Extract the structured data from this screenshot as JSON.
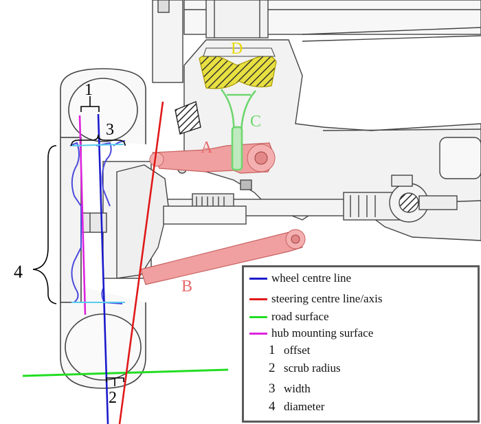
{
  "labels": {
    "arm_a": "A",
    "arm_b": "B",
    "part_c": "C",
    "part_d": "D",
    "dim_1": "1",
    "dim_2": "2",
    "dim_3": "3",
    "dim_4": "4"
  },
  "legend": {
    "lines": [
      {
        "label": "wheel centre line",
        "color": "#1a1acc"
      },
      {
        "label": "steering centre line/axis",
        "color": "#e01818"
      },
      {
        "label": "road surface",
        "color": "#22dd22"
      },
      {
        "label": "hub mounting surface",
        "color": "#dd22dd"
      }
    ],
    "numbers": [
      {
        "num": "1",
        "label": "offset"
      },
      {
        "num": "2",
        "label": "scrub radius"
      },
      {
        "num": "3",
        "label": "width"
      },
      {
        "num": "4",
        "label": "diameter"
      }
    ]
  },
  "colors": {
    "wheel_centre": "#1a1acc",
    "steering_axis": "#e01818",
    "road": "#22dd22",
    "hub": "#dd22dd",
    "arm_fill": "#f0a0a0",
    "label_red": "#e86a6a",
    "label_green": "#6ed66e",
    "label_yellow": "#e8d800",
    "hatch_yellow": "#e8e040"
  }
}
